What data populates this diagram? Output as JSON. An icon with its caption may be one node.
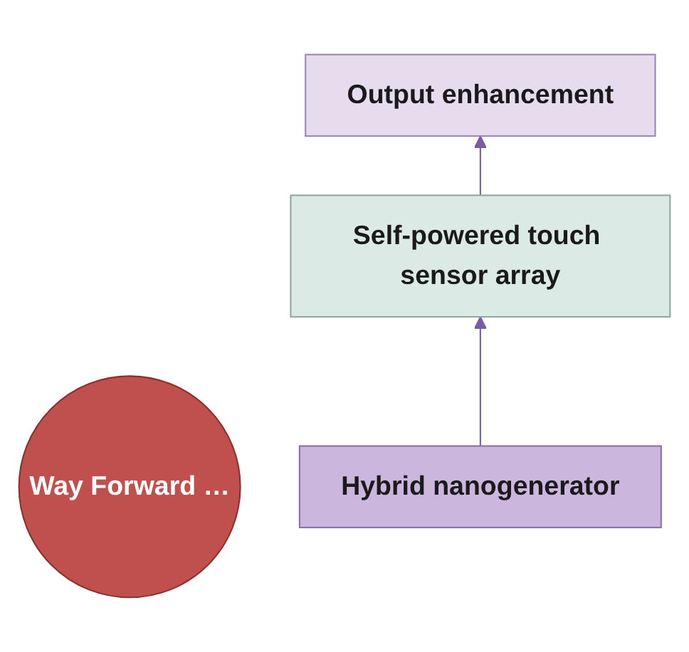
{
  "diagram": {
    "nodes": [
      {
        "text": [
          "Way Forward …"
        ]
      },
      {
        "text": [
          "Output enhancement"
        ]
      },
      {
        "text": [
          "Self-powered touch sensor array"
        ]
      },
      {
        "text": [
          "Hybrid nanogenerator"
        ]
      }
    ],
    "edges": [
      {
        "from": 3,
        "to": 2,
        "arrow": "to"
      },
      {
        "from": 2,
        "to": 1,
        "arrow": "to"
      }
    ]
  }
}
